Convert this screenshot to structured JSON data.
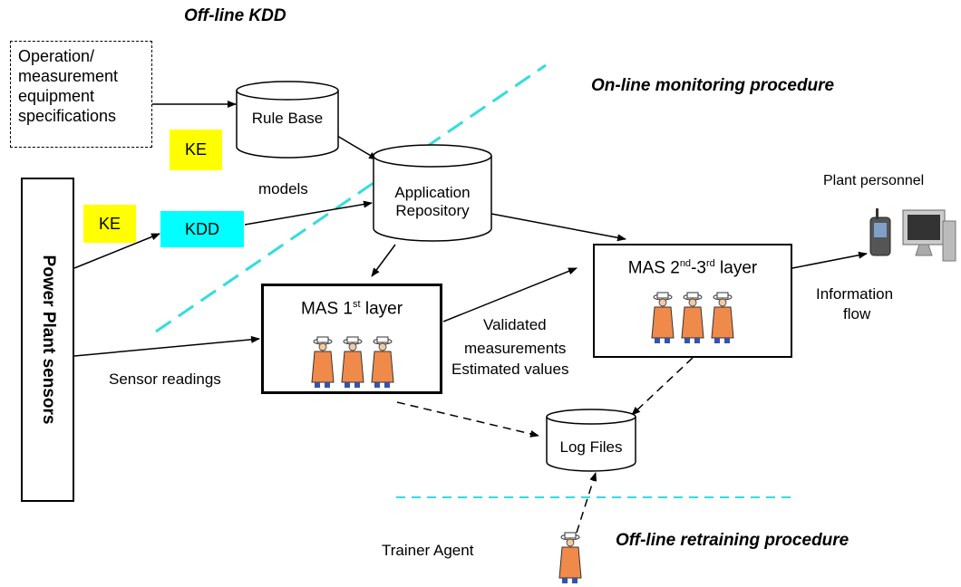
{
  "labels": {
    "offline_kdd": "Off-line KDD",
    "online_monitoring": "On-line monitoring procedure",
    "offline_retraining": "Off-line retraining procedure",
    "spec_box": "Operation/ measurement equipment specifications",
    "ke_top": "KE",
    "ke_left": "KE",
    "kdd": "KDD",
    "rule_base": "Rule Base",
    "app_repo": "Application Repository",
    "models": "models",
    "power_plant": "Power Plant sensors",
    "mas1": "MAS 1",
    "mas1_sup": "st",
    "mas1_suffix": " layer",
    "mas23_a": "MAS 2",
    "mas23_sup1": "nd",
    "mas23_mid": "-3",
    "mas23_sup2": "rd",
    "mas23_suffix": " layer",
    "validated": "Validated",
    "measurements": "measurements",
    "estimated": "Estimated values",
    "sensor_readings": "Sensor readings",
    "plant_personnel": "Plant personnel",
    "information": "Information",
    "flow": "flow",
    "log_files": "Log Files",
    "trainer_agent": "Trainer Agent"
  },
  "colors": {
    "ke_yellow": "#ffff00",
    "kdd_cyan": "#00ffff",
    "divider_cyan": "#33dddd",
    "agent_coat": "#f08a4b"
  }
}
